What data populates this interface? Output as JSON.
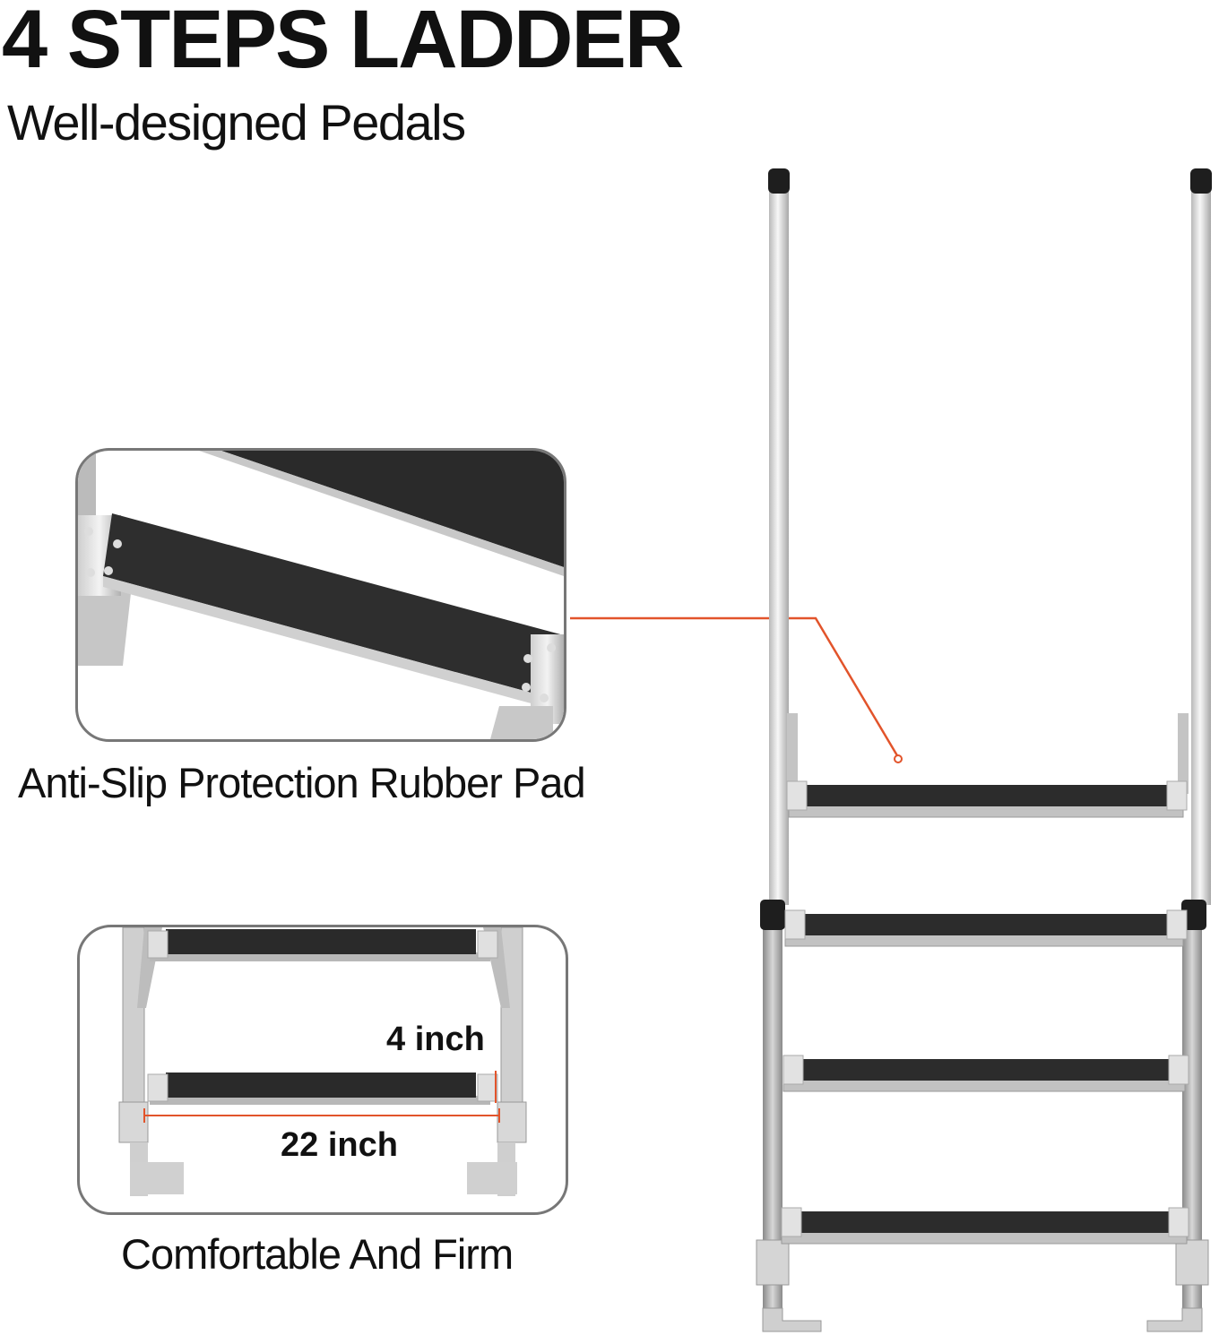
{
  "header": {
    "title": "4 STEPS LADDER",
    "subtitle": "Well-designed Pedals"
  },
  "features": [
    {
      "caption": "Anti-Slip Protection Rubber Pad"
    },
    {
      "caption": "Comfortable And Firm"
    }
  ],
  "dimensions": {
    "step_height": "4 inch",
    "step_width": "22 inch"
  },
  "colors": {
    "accent": "#e2542b",
    "tread": "#2b2b2b",
    "frame": "#9a9a9a"
  }
}
